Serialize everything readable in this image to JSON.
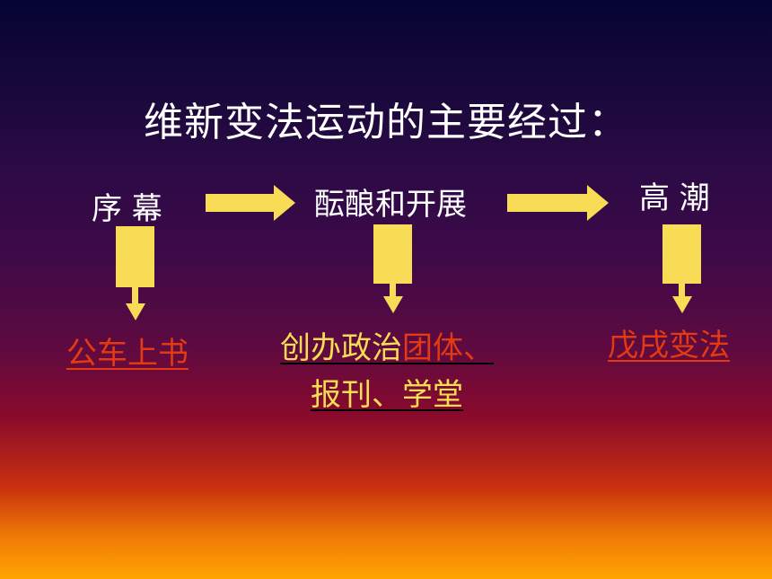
{
  "slide": {
    "title": "维新变法运动的主要经过："
  },
  "stages": [
    {
      "label": "序  幕"
    },
    {
      "label": "酝酿和开展"
    },
    {
      "label": "高 潮"
    }
  ],
  "outcomes": {
    "prelude": "公车上书",
    "develop_line1_part1": "创办政治",
    "develop_line1_part2": "团体、",
    "develop_line2": "报刊、学堂",
    "climax": "戊戌变法"
  },
  "colors": {
    "arrow": "#f8dc55",
    "outcome_red": "#e23a12",
    "outcome_gold": "#f7dd52"
  }
}
